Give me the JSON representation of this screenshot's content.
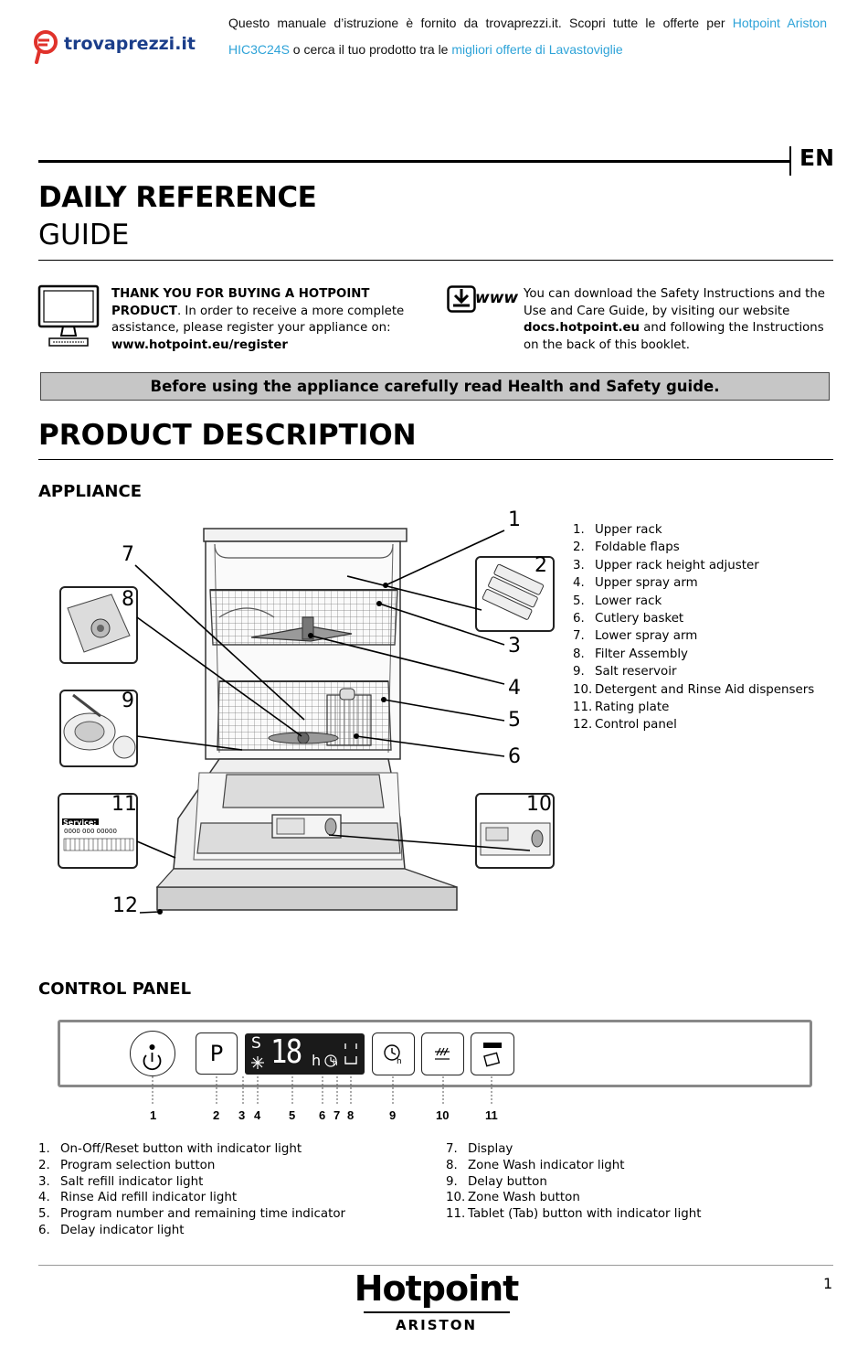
{
  "banner": {
    "logo_text": "trovaprezzi.it",
    "line1_prefix": "Questo manuale d’istruzione è fornito da trovaprezzi.it. Scopri tutte le offerte per ",
    "line1_link": "Hotpoint Ariston",
    "line2_link_model": "HIC3C24S",
    "line2_middle": " o cerca il tuo prodotto tra le ",
    "line2_link_offers": "migliori offerte di Lavastoviglie"
  },
  "language": "EN",
  "title": {
    "main": "DAILY REFERENCE",
    "sub": "GUIDE"
  },
  "intro": {
    "thanks_bold": "THANK YOU FOR BUYING A  HOTPOINT  PRODUCT",
    "thanks_rest": ". In order to receive a more complete assistance, please register your appliance on:  ",
    "register_url": "www.hotpoint.eu/register",
    "www_icon_text": "www",
    "download_text_1": "You can download the Safety Instructions and the Use and Care Guide, by visiting our website ",
    "download_url": "docs.hotpoint.eu",
    "download_text_2": " and following the Instructions on the back of this booklet."
  },
  "safety_notice": "Before using the appliance carefully read Health and Safety guide.",
  "product_description": {
    "heading": "PRODUCT DESCRIPTION",
    "appliance_heading": "APPLIANCE",
    "appliance_items": [
      {
        "n": "1.",
        "label": "Upper rack"
      },
      {
        "n": "2.",
        "label": "Foldable flaps"
      },
      {
        "n": "3.",
        "label": "Upper rack height adjuster"
      },
      {
        "n": "4.",
        "label": "Upper spray arm"
      },
      {
        "n": "5.",
        "label": "Lower rack"
      },
      {
        "n": "6.",
        "label": "Cutlery basket"
      },
      {
        "n": "7.",
        "label": "Lower spray arm"
      },
      {
        "n": "8.",
        "label": "Filter Assembly"
      },
      {
        "n": "9.",
        "label": "Salt reservoir"
      },
      {
        "n": "10.",
        "label": "Detergent and Rinse Aid dispensers"
      },
      {
        "n": "11.",
        "label": "Rating plate"
      },
      {
        "n": "12.",
        "label": "Control panel"
      }
    ],
    "callouts": [
      "1",
      "2",
      "3",
      "4",
      "5",
      "6",
      "7",
      "8",
      "9",
      "10",
      "11",
      "12"
    ],
    "rating_plate": {
      "service_label": "Service:",
      "service_number": "0000 000 00000"
    }
  },
  "control_panel": {
    "heading": "CONTROL PANEL",
    "program_button_glyph": "P",
    "display_glyphs": {
      "salt": "S",
      "digits": "18",
      "unit": "h",
      "delay_unit": "h"
    },
    "numbers": [
      "1",
      "2",
      "3",
      "4",
      "5",
      "6",
      "7",
      "8",
      "9",
      "10",
      "11"
    ],
    "items_left": [
      {
        "n": "1.",
        "label": "On-Off/Reset button with indicator light"
      },
      {
        "n": "2.",
        "label": "Program selection button"
      },
      {
        "n": "3.",
        "label": "Salt refill indicator light"
      },
      {
        "n": "4.",
        "label": "Rinse Aid refill indicator light"
      },
      {
        "n": "5.",
        "label": "Program number and remaining time indicator"
      },
      {
        "n": "6.",
        "label": "Delay indicator light"
      }
    ],
    "items_right": [
      {
        "n": "7.",
        "label": "Display"
      },
      {
        "n": "8.",
        "label": "Zone Wash indicator light"
      },
      {
        "n": "9.",
        "label": "Delay button"
      },
      {
        "n": "10.",
        "label": "Zone Wash button"
      },
      {
        "n": "11.",
        "label": "Tablet (Tab) button with indicator light"
      }
    ]
  },
  "footer": {
    "brand": "Hotpoint",
    "brand_sub": "ARISTON",
    "page_number": "1"
  },
  "colors": {
    "link": "#2ea3d8",
    "trovaprezzi_red": "#e0322b",
    "trovaprezzi_blue": "#1b3e8a",
    "notice_bg": "#c6c6c6"
  }
}
